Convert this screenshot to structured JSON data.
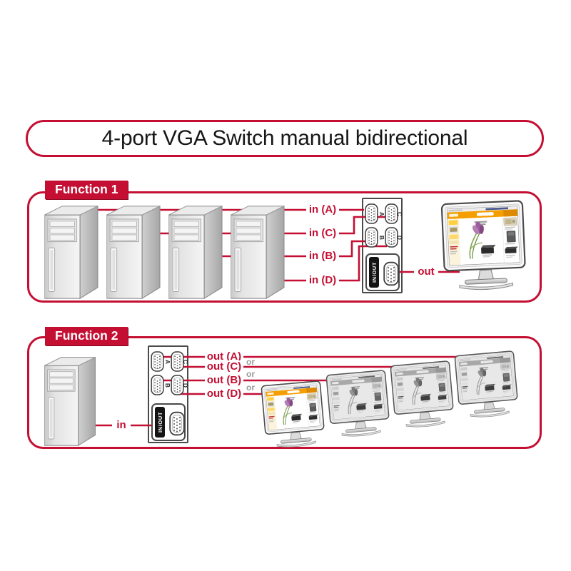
{
  "title": "4-port VGA Switch manual bidirectional",
  "colors": {
    "accent_red": "#C40F33",
    "or_gray": "#9a9a9a"
  },
  "function1": {
    "label": "Function 1",
    "input_labels": [
      "in (A)",
      "in (C)",
      "in (B)",
      "in (D)"
    ],
    "output_label": "out"
  },
  "function2": {
    "label": "Function 2",
    "output_labels": [
      "out (A)",
      "out (C)",
      "out (B)",
      "out (D)"
    ],
    "or_label": "or",
    "input_label": "in"
  },
  "switch_device": {
    "port_letters": [
      "A",
      "C",
      "B",
      "D"
    ],
    "inout_label": "IN/OUT"
  }
}
